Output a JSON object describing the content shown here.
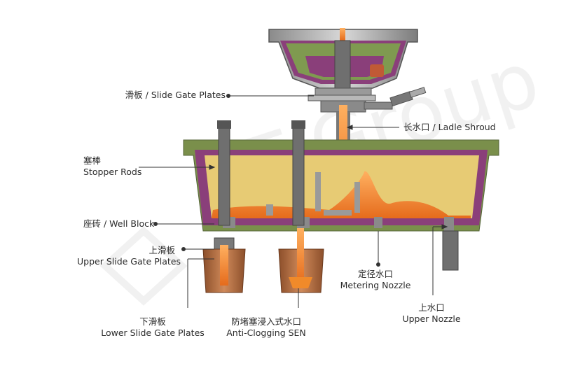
{
  "labels": {
    "slide_gate": "滑板 / Slide Gate Plates",
    "ladle_shroud": "长水口 / Ladle Shroud",
    "stopper_cn": "塞棒",
    "stopper_en": "Stopper Rods",
    "well_block": "座砖 / Well Block",
    "upper_slide_cn": "上滑板",
    "upper_slide_en": "Upper Slide Gate Plates",
    "lower_slide_cn": "下滑板",
    "lower_slide_en": "Lower Slide Gate Plates",
    "sen_cn": "防堵塞浸入式水口",
    "sen_en": "Anti-Clogging SEN",
    "metering_cn": "定径水口",
    "metering_en": "Metering Nozzle",
    "upper_nozzle_cn": "上水口",
    "upper_nozzle_en": "Upper Nozzle"
  },
  "colors": {
    "shell": "#7a8f4b",
    "lining": "#8a3f7a",
    "refractory": "#e3c56a",
    "steel": "#f08a2a",
    "rod": "#6f6f6f",
    "bucket": "#b06a3e"
  }
}
